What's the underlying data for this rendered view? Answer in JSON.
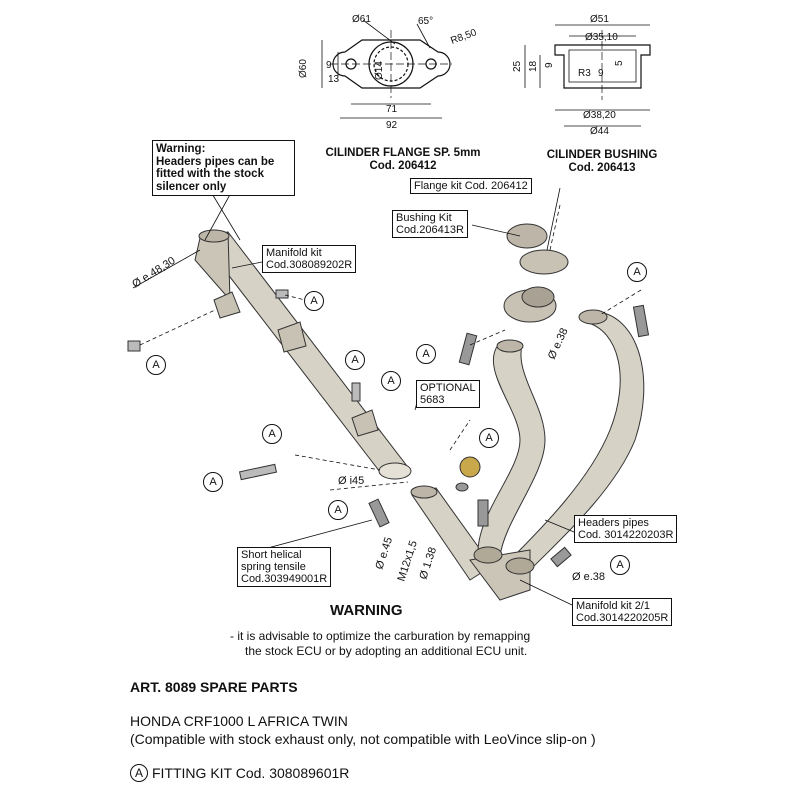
{
  "flange_drawing": {
    "dims": [
      "Ø61",
      "65°",
      "R8,50",
      "Ø60",
      "9",
      "13",
      "Ø14",
      "71",
      "92"
    ],
    "caption_line1": "CILINDER FLANGE SP. 5mm",
    "caption_line2": "Cod. 206412"
  },
  "bushing_drawing": {
    "dims": [
      "Ø51",
      "Ø35,10",
      "25",
      "18",
      "9",
      "5",
      "R3",
      "9",
      "Ø38,20",
      "Ø44"
    ],
    "caption_line1": "CILINDER BUSHING",
    "caption_line2": "Cod. 206413"
  },
  "warning_box": {
    "line1": "Warning:",
    "line2": "Headers pipes can be",
    "line3": "fitted with the stock",
    "line4": "silencer only"
  },
  "labels": {
    "flange_kit": "Flange kit Cod. 206412",
    "bushing_kit_1": "Bushing Kit",
    "bushing_kit_2": "Cod.206413R",
    "manifold_kit_1": "Manifold kit",
    "manifold_kit_2": "Cod.308089202R",
    "optional_1": "OPTIONAL",
    "optional_2": "5683",
    "headers_1": "Headers pipes",
    "headers_2": "Cod. 3014220203R",
    "spring_1": "Short helical",
    "spring_2": "spring tensile",
    "spring_3": "Cod.303949001R",
    "manifold21_1": "Manifold kit 2/1",
    "manifold21_2": "Cod.3014220205R"
  },
  "dims_main": {
    "d48": "Ø e.48,30",
    "d45a": "Ø i45",
    "d45b": "Ø e.45",
    "m12": "M12x1,5",
    "d38a": "Ø e.38",
    "d38b": "Ø 1.38",
    "d38c": "Ø e.38"
  },
  "balloon_letter": "A",
  "warning": {
    "title": "WARNING",
    "line1": "- it is advisable to optimize the carburation by remapping",
    "line2": "the stock ECU or by adopting an additional ECU unit."
  },
  "footer": {
    "art": "ART. 8089 SPARE PARTS",
    "model": "HONDA CRF1000 L AFRICA TWIN",
    "compat": "(Compatible with stock exhaust only, not compatible with LeoVince slip-on )",
    "fitting_letter": "A",
    "fitting": "FITTING KIT Cod. 308089601R"
  }
}
